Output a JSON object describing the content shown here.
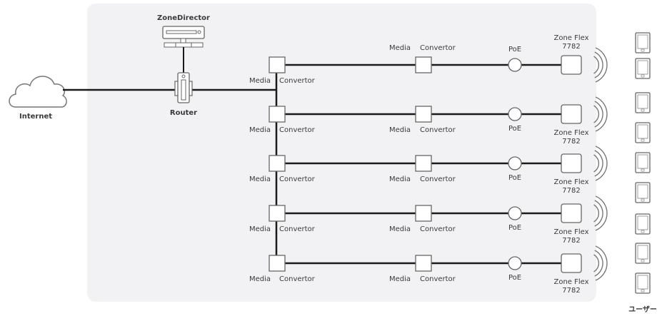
{
  "diagram": {
    "internet_label": "Internet",
    "zonedirector_label": "ZoneDirector",
    "router_label": "Router",
    "users_label": "ユーザー",
    "rows": [
      {
        "left_mc": [
          "Media",
          "Convertor"
        ],
        "mid_mc": [
          "Media",
          "Convertor"
        ],
        "poe": "PoE",
        "ap": [
          "Zone Flex",
          "7782"
        ],
        "labels_above": true
      },
      {
        "left_mc": [
          "Media",
          "Convertor"
        ],
        "mid_mc": [
          "Media",
          "Convertor"
        ],
        "poe": "PoE",
        "ap": [
          "Zone Flex",
          "7782"
        ],
        "labels_above": false
      },
      {
        "left_mc": [
          "Media",
          "Convertor"
        ],
        "mid_mc": [
          "Media",
          "Convertor"
        ],
        "poe": "PoE",
        "ap": [
          "Zone Flex",
          "7782"
        ],
        "labels_above": false
      },
      {
        "left_mc": [
          "Media",
          "Convertor"
        ],
        "mid_mc": [
          "Media",
          "Convertor"
        ],
        "poe": "PoE",
        "ap": [
          "Zone Flex",
          "7782"
        ],
        "labels_above": false
      },
      {
        "left_mc": [
          "Media",
          "Convertor"
        ],
        "mid_mc": [
          "Media",
          "Convertor"
        ],
        "poe": "PoE",
        "ap": [
          "Zone Flex",
          "7782"
        ],
        "labels_above": false
      }
    ],
    "user_device_count": 9,
    "colors": {
      "panel": "#f2f2f4",
      "line": "#1a1a1a",
      "stroke": "#555555",
      "text": "#3a3a3a"
    }
  }
}
